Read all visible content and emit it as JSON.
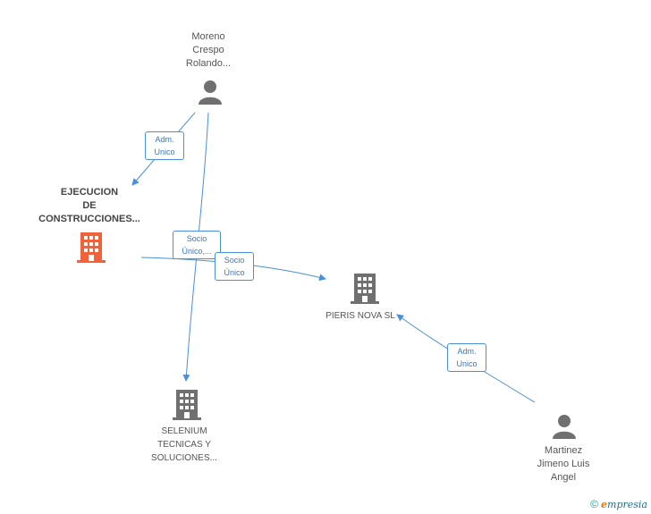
{
  "nodes": {
    "moreno": {
      "line1": "Moreno",
      "line2": "Crespo",
      "line3": "Rolando..."
    },
    "ejecucion": {
      "line1": "EJECUCION",
      "line2": "DE",
      "line3": "CONSTRUCCIONES..."
    },
    "pieris": {
      "line1": "PIERIS NOVA SL"
    },
    "selenium": {
      "line1": "SELENIUM",
      "line2": "TECNICAS Y",
      "line3": "SOLUCIONES..."
    },
    "martinez": {
      "line1": "Martinez",
      "line2": "Jimeno Luis",
      "line3": "Angel"
    }
  },
  "edges": {
    "adm_unico_ejecucion": {
      "line1": "Adm.",
      "line2": "Unico"
    },
    "socio_unico_selenium": {
      "line1": "Socio",
      "line2": "Único,..."
    },
    "socio_unico_pieris": {
      "line1": "Socio",
      "line2": "Único"
    },
    "adm_unico_pieris": {
      "line1": "Adm.",
      "line2": "Unico"
    }
  },
  "colors": {
    "edge": "#4a90d9",
    "company_main": "#f0623a",
    "company": "#707070",
    "person": "#707070"
  },
  "icons": {
    "person": "person-icon",
    "company": "building-icon"
  },
  "footer": {
    "copyright": "©",
    "brand_initial": "e",
    "brand_rest": "mpresia"
  }
}
